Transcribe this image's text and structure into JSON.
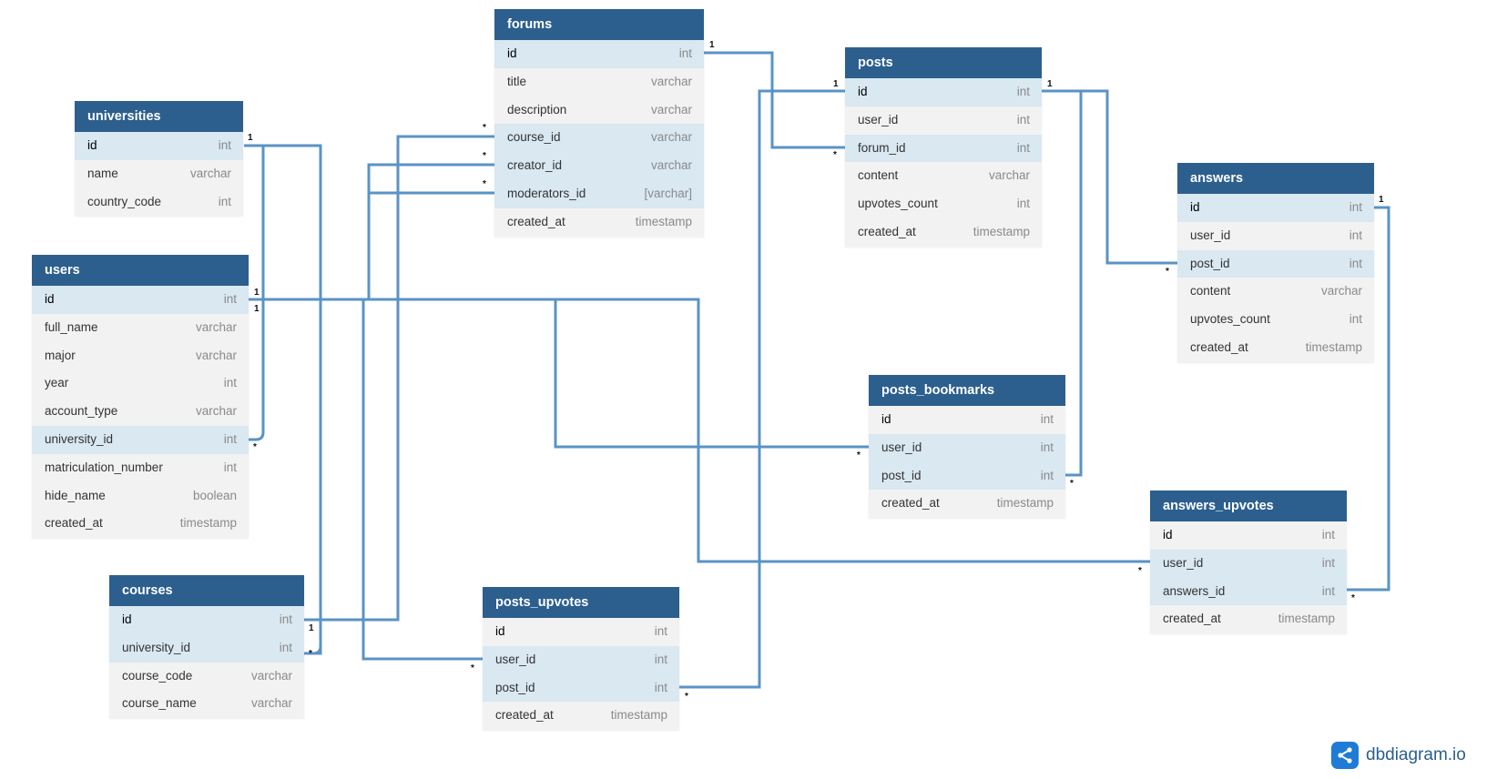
{
  "colors": {
    "header": "#2c5f8d",
    "connector": "#5a93c5",
    "highlight_row": "#d9e8f1",
    "row": "#f2f2f2"
  },
  "tables": [
    {
      "key": "universities",
      "name": "universities",
      "fields": [
        {
          "name": "id",
          "type": "int",
          "hl": true
        },
        {
          "name": "name",
          "type": "varchar"
        },
        {
          "name": "country_code",
          "type": "int"
        }
      ]
    },
    {
      "key": "users",
      "name": "users",
      "fields": [
        {
          "name": "id",
          "type": "int",
          "hl": true
        },
        {
          "name": "full_name",
          "type": "varchar"
        },
        {
          "name": "major",
          "type": "varchar"
        },
        {
          "name": "year",
          "type": "int"
        },
        {
          "name": "account_type",
          "type": "varchar"
        },
        {
          "name": "university_id",
          "type": "int",
          "hl": true
        },
        {
          "name": "matriculation_number",
          "type": "int"
        },
        {
          "name": "hide_name",
          "type": "boolean"
        },
        {
          "name": "created_at",
          "type": "timestamp"
        }
      ]
    },
    {
      "key": "courses",
      "name": "courses",
      "fields": [
        {
          "name": "id",
          "type": "int",
          "hl": true
        },
        {
          "name": "university_id",
          "type": "int",
          "hl": true
        },
        {
          "name": "course_code",
          "type": "varchar"
        },
        {
          "name": "course_name",
          "type": "varchar"
        }
      ]
    },
    {
      "key": "forums",
      "name": "forums",
      "fields": [
        {
          "name": "id",
          "type": "int",
          "hl": true
        },
        {
          "name": "title",
          "type": "varchar"
        },
        {
          "name": "description",
          "type": "varchar"
        },
        {
          "name": "course_id",
          "type": "varchar",
          "hl": true
        },
        {
          "name": "creator_id",
          "type": "varchar",
          "hl": true
        },
        {
          "name": "moderators_id",
          "type": "[varchar]",
          "hl": true
        },
        {
          "name": "created_at",
          "type": "timestamp"
        }
      ]
    },
    {
      "key": "posts_upvotes",
      "name": "posts_upvotes",
      "fields": [
        {
          "name": "id",
          "type": "int"
        },
        {
          "name": "user_id",
          "type": "int",
          "hl": true
        },
        {
          "name": "post_id",
          "type": "int",
          "hl": true
        },
        {
          "name": "created_at",
          "type": "timestamp"
        }
      ]
    },
    {
      "key": "posts",
      "name": "posts",
      "fields": [
        {
          "name": "id",
          "type": "int",
          "hl": true
        },
        {
          "name": "user_id",
          "type": "int"
        },
        {
          "name": "forum_id",
          "type": "int",
          "hl": true
        },
        {
          "name": "content",
          "type": "varchar"
        },
        {
          "name": "upvotes_count",
          "type": "int"
        },
        {
          "name": "created_at",
          "type": "timestamp"
        }
      ]
    },
    {
      "key": "posts_bookmarks",
      "name": "posts_bookmarks",
      "fields": [
        {
          "name": "id",
          "type": "int"
        },
        {
          "name": "user_id",
          "type": "int",
          "hl": true
        },
        {
          "name": "post_id",
          "type": "int",
          "hl": true
        },
        {
          "name": "created_at",
          "type": "timestamp"
        }
      ]
    },
    {
      "key": "answers",
      "name": "answers",
      "fields": [
        {
          "name": "id",
          "type": "int",
          "hl": true
        },
        {
          "name": "user_id",
          "type": "int"
        },
        {
          "name": "post_id",
          "type": "int",
          "hl": true
        },
        {
          "name": "content",
          "type": "varchar"
        },
        {
          "name": "upvotes_count",
          "type": "int"
        },
        {
          "name": "created_at",
          "type": "timestamp"
        }
      ]
    },
    {
      "key": "answers_upvotes",
      "name": "answers_upvotes",
      "fields": [
        {
          "name": "id",
          "type": "int"
        },
        {
          "name": "user_id",
          "type": "int",
          "hl": true
        },
        {
          "name": "answers_id",
          "type": "int",
          "hl": true
        },
        {
          "name": "created_at",
          "type": "timestamp"
        }
      ]
    }
  ],
  "relations": [
    {
      "from": "universities.id",
      "to": "users.university_id",
      "from_card": "1",
      "to_card": "*"
    },
    {
      "from": "universities.id",
      "to": "courses.university_id",
      "from_card": "1",
      "to_card": "*"
    },
    {
      "from": "courses.id",
      "to": "forums.course_id",
      "from_card": "1",
      "to_card": "*"
    },
    {
      "from": "users.id",
      "to": "forums.creator_id",
      "from_card": "1",
      "to_card": "*"
    },
    {
      "from": "users.id",
      "to": "forums.moderators_id",
      "from_card": "1",
      "to_card": "*"
    },
    {
      "from": "users.id",
      "to": "posts_upvotes.user_id",
      "from_card": "1",
      "to_card": "*"
    },
    {
      "from": "users.id",
      "to": "posts_bookmarks.user_id",
      "from_card": "1",
      "to_card": "*"
    },
    {
      "from": "users.id",
      "to": "answers_upvotes.user_id",
      "from_card": "1",
      "to_card": "*"
    },
    {
      "from": "forums.id",
      "to": "posts.forum_id",
      "from_card": "1",
      "to_card": "*"
    },
    {
      "from": "posts.id",
      "to": "posts_upvotes.post_id",
      "from_card": "1",
      "to_card": "*"
    },
    {
      "from": "posts.id",
      "to": "answers.post_id",
      "from_card": "1",
      "to_card": "*"
    },
    {
      "from": "posts.id",
      "to": "posts_bookmarks.post_id",
      "from_card": "1",
      "to_card": "*"
    },
    {
      "from": "answers.id",
      "to": "answers_upvotes.answers_id",
      "from_card": "1",
      "to_card": "*"
    }
  ],
  "brand": {
    "text": "dbdiagram.io",
    "icon": "share-nodes-icon"
  }
}
